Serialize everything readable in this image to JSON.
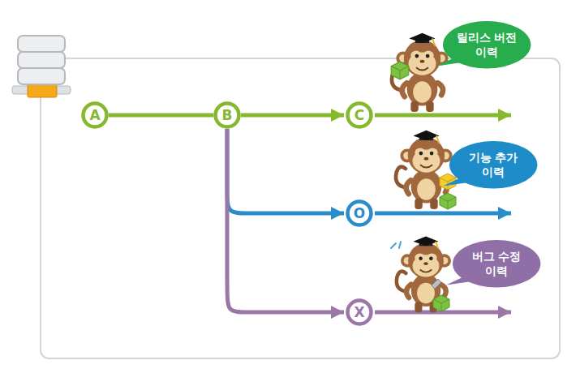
{
  "diagram": {
    "nodes": [
      {
        "text": [
          "A"
        ]
      },
      {
        "text": [
          "B"
        ]
      },
      {
        "text": [
          "C"
        ]
      },
      {
        "text": [
          "O"
        ]
      },
      {
        "text": [
          "X"
        ]
      },
      {
        "text": [
          "릴리스 버전 이력"
        ]
      },
      {
        "text": [
          "기능 추가 이력"
        ]
      },
      {
        "text": [
          "버그 수정 이력"
        ]
      }
    ],
    "edges": [
      {
        "from": 0,
        "to": 1,
        "arrow": "none"
      },
      {
        "from": 1,
        "to": 2,
        "arrow": "to"
      },
      {
        "from": 1,
        "to": 3,
        "arrow": "to"
      },
      {
        "from": 1,
        "to": 4,
        "arrow": "to"
      }
    ]
  }
}
